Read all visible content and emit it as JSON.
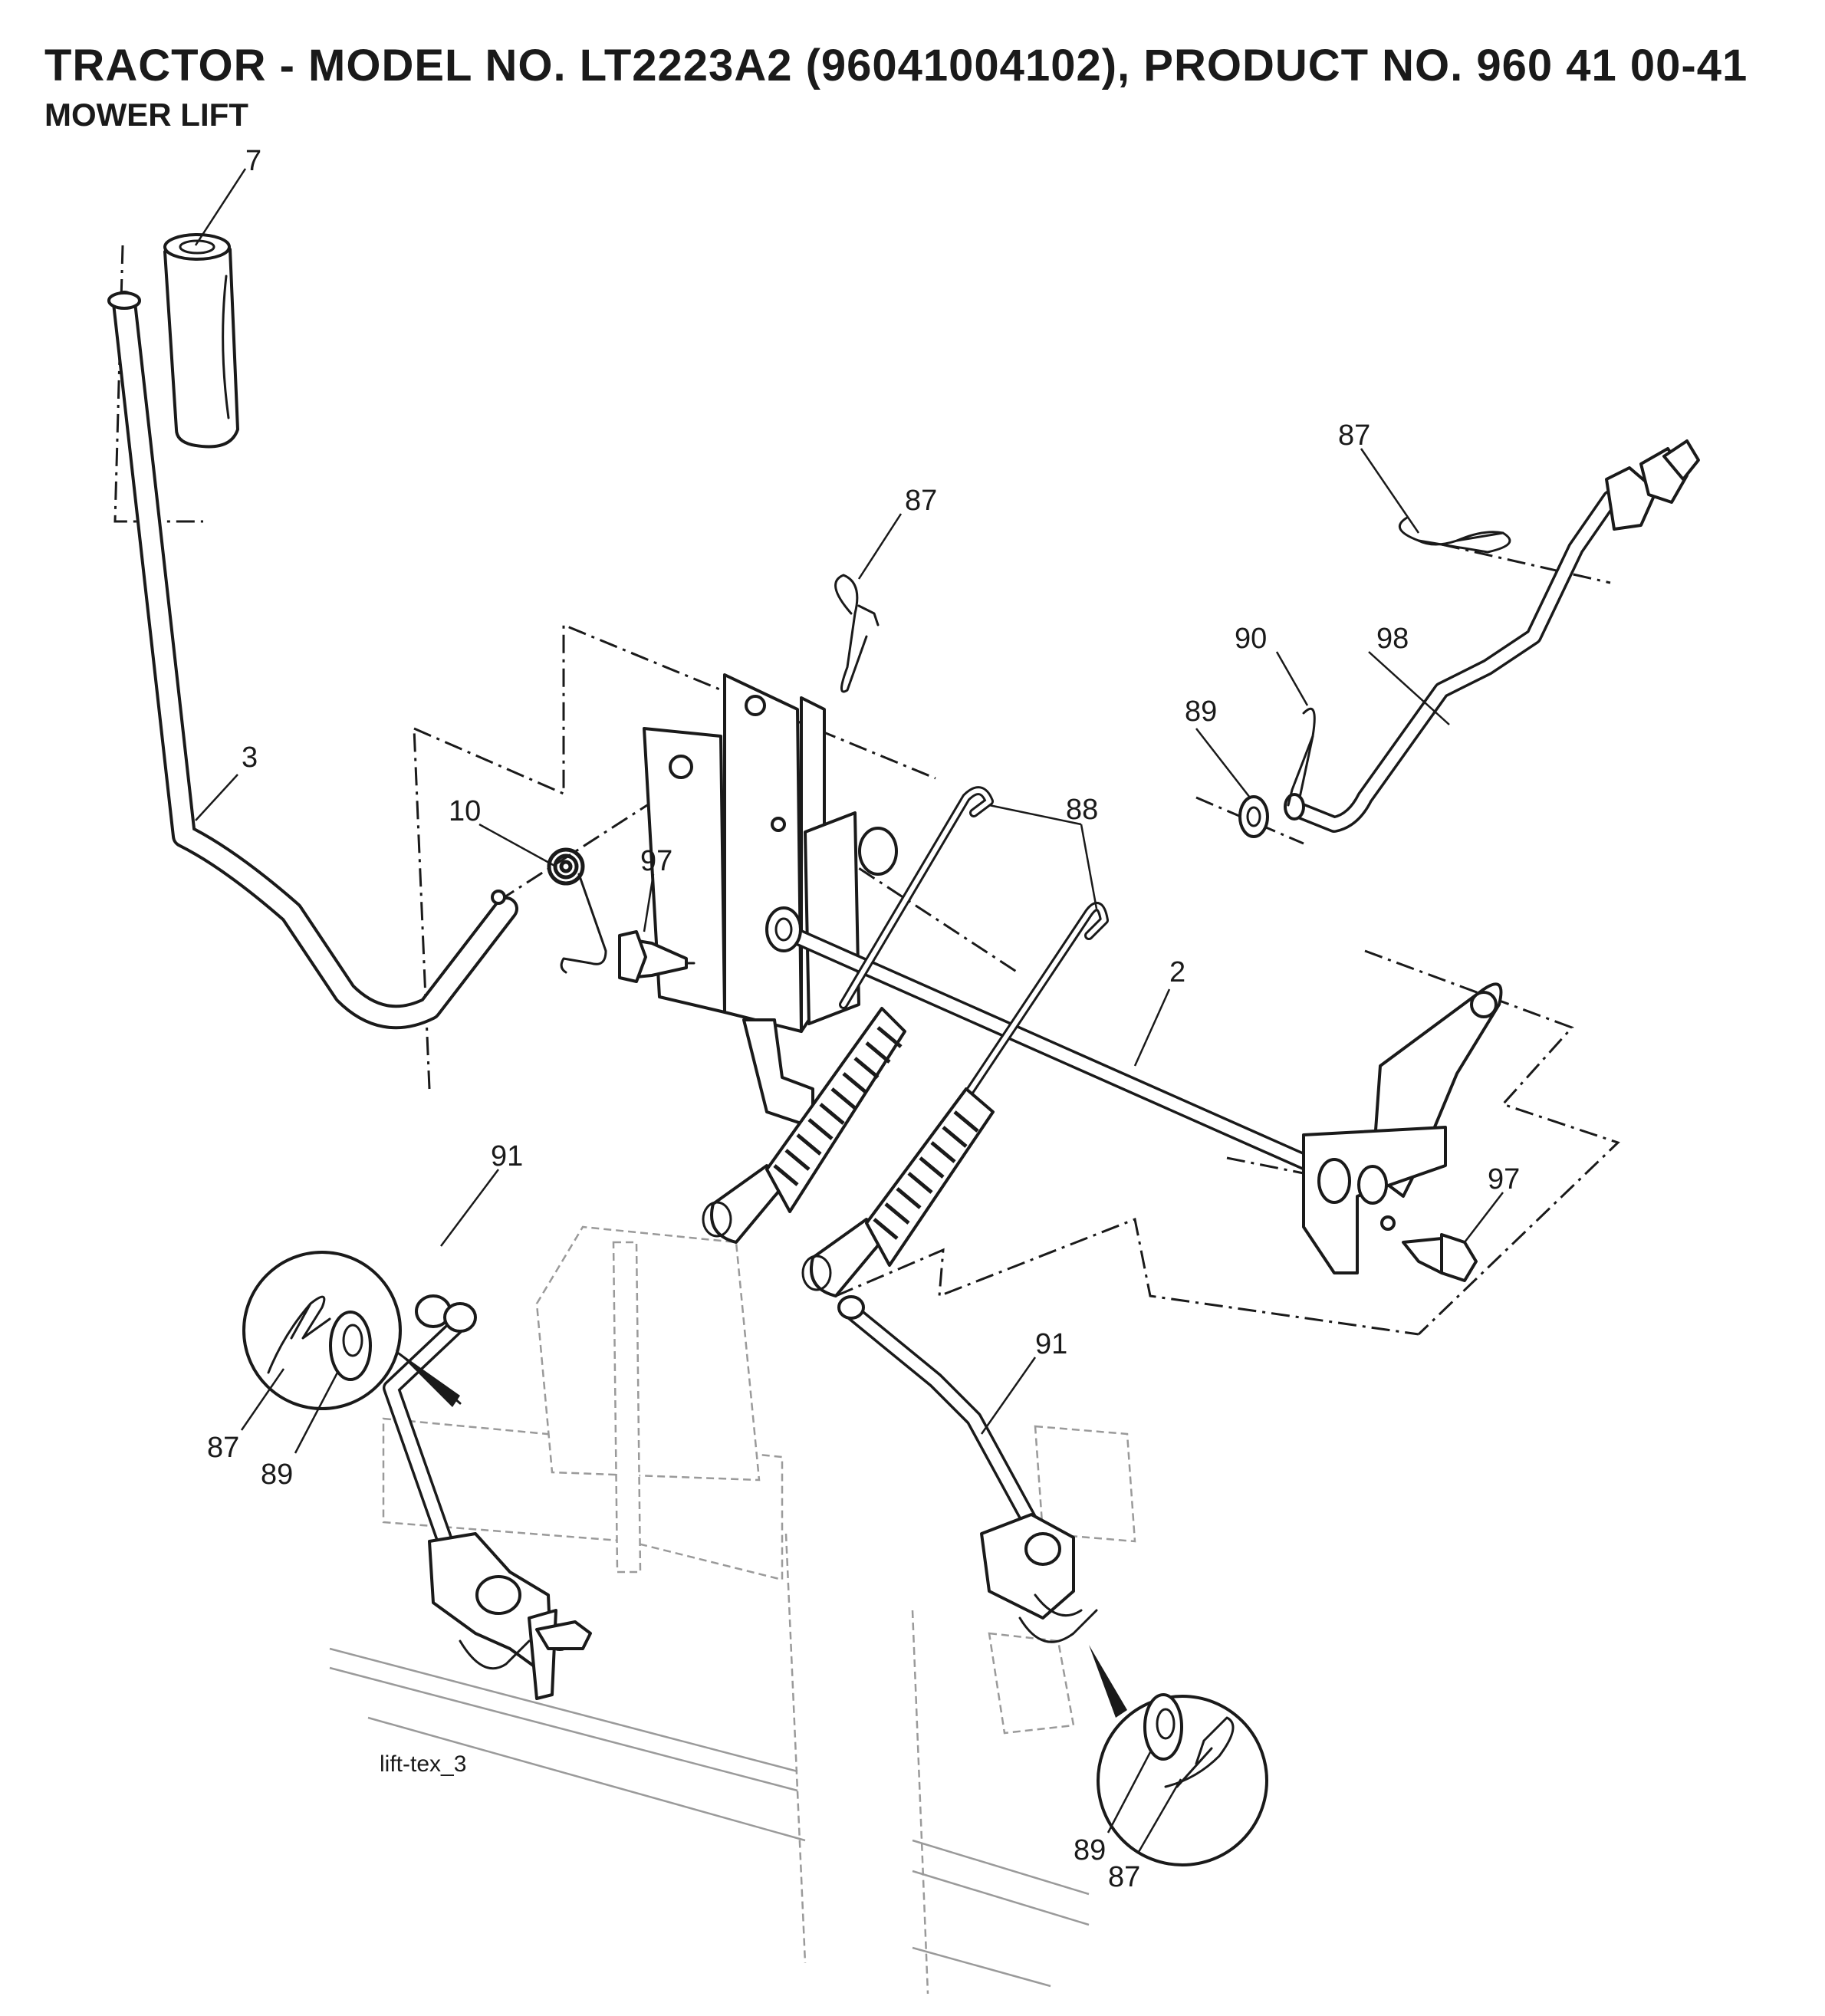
{
  "header": {
    "title": "TRACTOR - MODEL NO. LT2223A2 (96041004102), PRODUCT NO. 960 41 00-41",
    "subtitle": "MOWER LIFT"
  },
  "figure_id": "lift-tex_3",
  "callouts": {
    "c7": "7",
    "c3": "3",
    "c10": "10",
    "c97a": "97",
    "c87a": "87",
    "c88": "88",
    "c87b": "87",
    "c90": "90",
    "c89a": "89",
    "c98": "98",
    "c2": "2",
    "c97b": "97",
    "c91a": "91",
    "c87c": "87",
    "c89b": "89",
    "c91b": "91",
    "c89c": "89",
    "c87d": "87"
  }
}
